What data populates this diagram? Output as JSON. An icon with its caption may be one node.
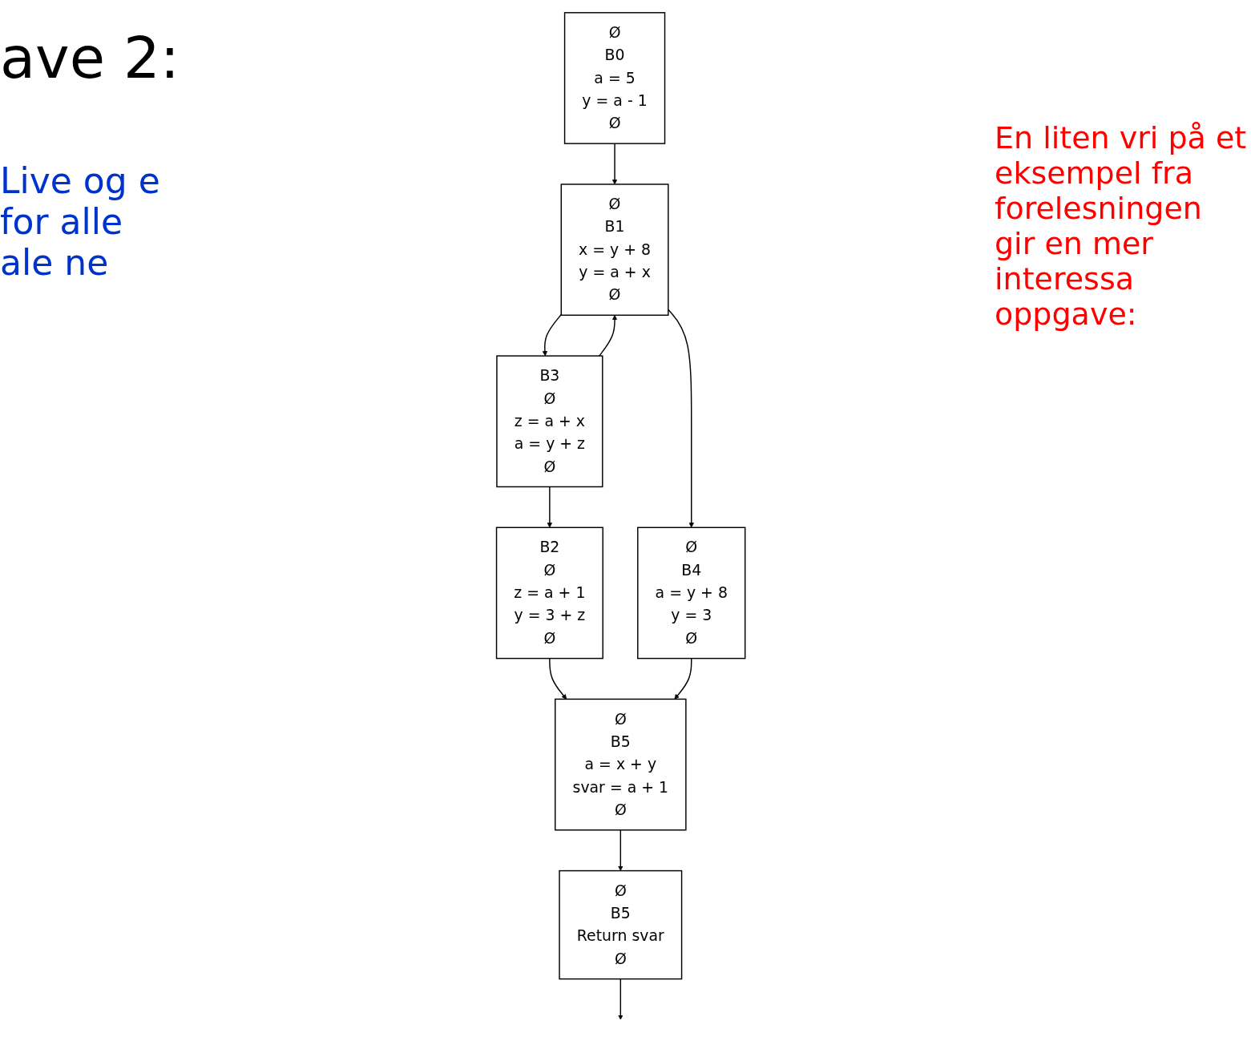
{
  "diagram": {
    "title": "ave 2:",
    "nodes": [
      {
        "text": [
          "Ø",
          "B0",
          "a = 5",
          "y = a - 1",
          "Ø"
        ]
      },
      {
        "text": [
          "Ø",
          "B1",
          "x = y + 8",
          "y = a + x",
          "Ø"
        ]
      },
      {
        "text": [
          "B2",
          "Ø",
          "z = a + 1",
          "y = 3 + z",
          "Ø"
        ]
      },
      {
        "text": [
          "B3",
          "Ø",
          "z = a + x",
          "a = y + z",
          "Ø"
        ]
      },
      {
        "text": [
          "Ø",
          "B4",
          "a = y + 8",
          "y = 3",
          "Ø"
        ]
      },
      {
        "text": [
          "Ø",
          "B5",
          "a = x + y",
          "svar = a + 1",
          "Ø"
        ]
      },
      {
        "text": [
          "Ø",
          "B5",
          "Return svar",
          "Ø"
        ]
      }
    ],
    "edges": [
      {
        "from": 0,
        "to": 1,
        "arrow": "to"
      },
      {
        "from": 1,
        "to": 3,
        "arrow": "to"
      },
      {
        "from": 1,
        "to": 4,
        "arrow": "to"
      },
      {
        "from": 3,
        "to": 2,
        "arrow": "to"
      },
      {
        "from": 3,
        "to": 1,
        "arrow": "to"
      },
      {
        "from": 2,
        "to": 5,
        "arrow": "to"
      },
      {
        "from": 4,
        "to": 5,
        "arrow": "to"
      },
      {
        "from": 5,
        "to": 6,
        "arrow": "to"
      },
      {
        "from": 6,
        "to": null,
        "arrow": "to"
      }
    ],
    "labels": [
      "Live og e for alle ale ne",
      "En liten vri på et eksempel fra forelesningen gir en mer interessa oppgave:"
    ]
  }
}
